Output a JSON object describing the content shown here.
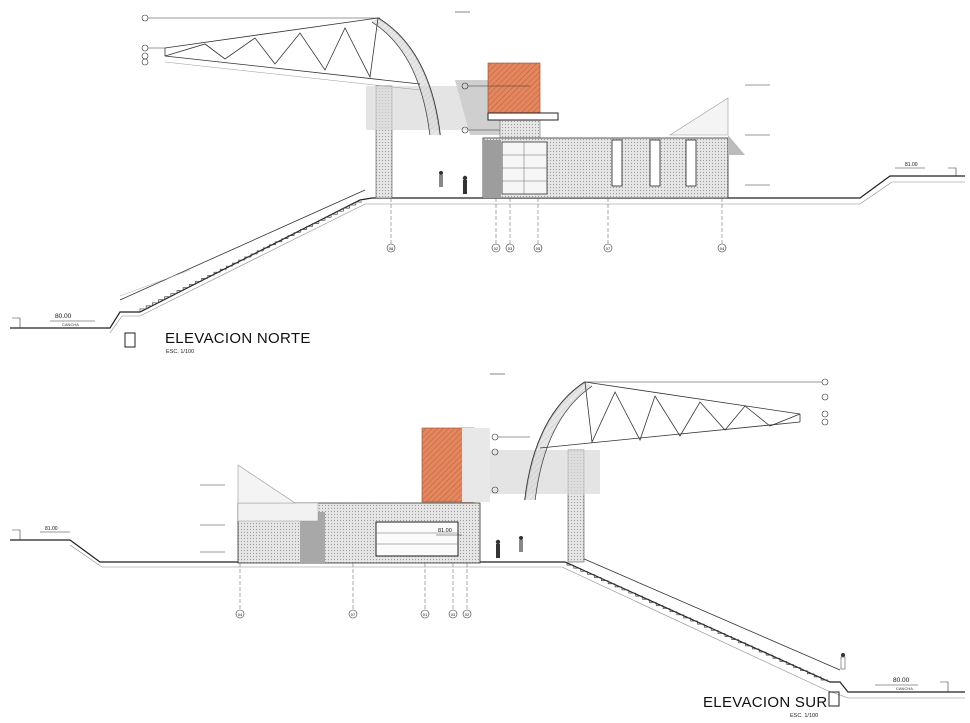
{
  "elevations": [
    {
      "title": "ELEVACION NORTE",
      "scale": "ESC. 1/100",
      "level_low": "80.00",
      "level_low_label": "CANCHA",
      "level_high": "81.00",
      "axis_labels": [
        "08",
        "02",
        "03",
        "05",
        "07",
        "04"
      ]
    },
    {
      "title": "ELEVACION SUR",
      "scale": "ESC. 1/100",
      "level_low": "80.00",
      "level_low_label": "CANCHA",
      "level_high": "81.00",
      "level_mid": "81.00",
      "axis_labels": [
        "04",
        "07",
        "01",
        "03",
        "02"
      ]
    }
  ],
  "colors": {
    "line": "#222222",
    "brick": "#e2875f",
    "brick_dark": "#c9623a",
    "hatch": "#bdbdbd",
    "glass": "#f2f2f2"
  }
}
